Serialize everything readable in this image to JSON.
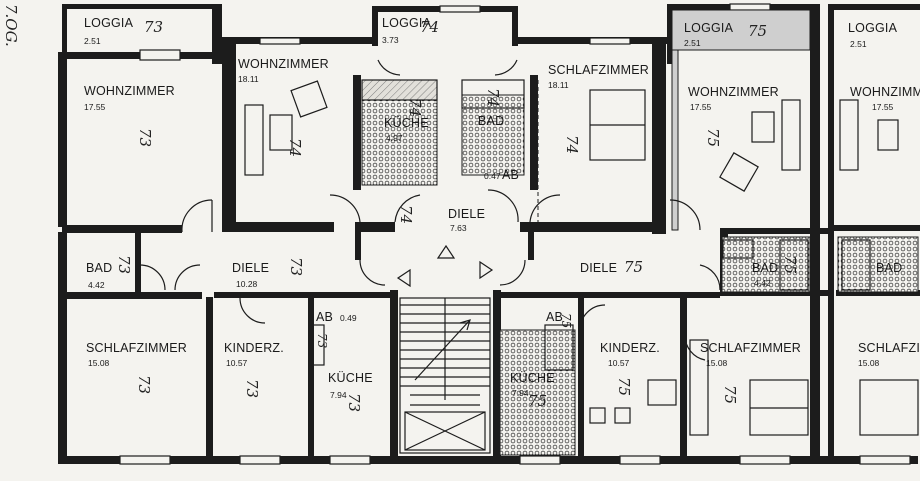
{
  "margin_note": "7.OG.",
  "rooms": [
    {
      "id": "loggia-1",
      "name": "LOGGIA",
      "area": "2.51"
    },
    {
      "id": "wohnzimmer-1",
      "name": "WOHNZIMMER",
      "area": "17.55"
    },
    {
      "id": "bad-1",
      "name": "BAD",
      "area": "4.42"
    },
    {
      "id": "diele-1",
      "name": "DIELE",
      "area": "10.28"
    },
    {
      "id": "schlafzimmer-1",
      "name": "SCHLAFZIMMER",
      "area": "15.08"
    },
    {
      "id": "kinderz-1",
      "name": "KINDERZ.",
      "area": "10.57"
    },
    {
      "id": "kueche-1",
      "name": "KÜCHE",
      "area": "7.94"
    },
    {
      "id": "ab-1",
      "name": "AB",
      "area": "0.49"
    },
    {
      "id": "loggia-2",
      "name": "LOGGIA",
      "area": "3.73"
    },
    {
      "id": "wohnzimmer-2",
      "name": "WOHNZIMMER",
      "area": "18.11"
    },
    {
      "id": "kueche-2",
      "name": "KÜCHE",
      "area": "4.97"
    },
    {
      "id": "bad-2",
      "name": "BAD",
      "area": ""
    },
    {
      "id": "ab-2",
      "name": "AB",
      "area": "0.47"
    },
    {
      "id": "schlafzimmer-2",
      "name": "SCHLAFZIMMER",
      "area": "18.11"
    },
    {
      "id": "diele-2",
      "name": "DIELE",
      "area": "7.63"
    },
    {
      "id": "loggia-3",
      "name": "LOGGIA",
      "area": "2.51"
    },
    {
      "id": "wohnzimmer-3",
      "name": "WOHNZIMMER",
      "area": "17.55"
    },
    {
      "id": "bad-3",
      "name": "BAD",
      "area": "4.42"
    },
    {
      "id": "diele-3",
      "name": "DIELE",
      "area": ""
    },
    {
      "id": "ab-3",
      "name": "AB",
      "area": ""
    },
    {
      "id": "kueche-3",
      "name": "KÜCHE",
      "area": "7.94"
    },
    {
      "id": "kinderz-3",
      "name": "KINDERZ.",
      "area": "10.57"
    },
    {
      "id": "schlafzimmer-3",
      "name": "SCHLAFZIMMER",
      "area": "15.08"
    },
    {
      "id": "loggia-4",
      "name": "LOGGIA",
      "area": "2.51"
    },
    {
      "id": "wohnzimmer-4",
      "name": "WOHNZIMMER",
      "area": "17.55"
    },
    {
      "id": "bad-4",
      "name": "BAD",
      "area": ""
    },
    {
      "id": "schlafzimmer-4",
      "name": "SCHLAFZIMMER",
      "area": "15.08"
    }
  ],
  "unit_marks": {
    "left": "73",
    "middle": "74",
    "right": "75"
  }
}
